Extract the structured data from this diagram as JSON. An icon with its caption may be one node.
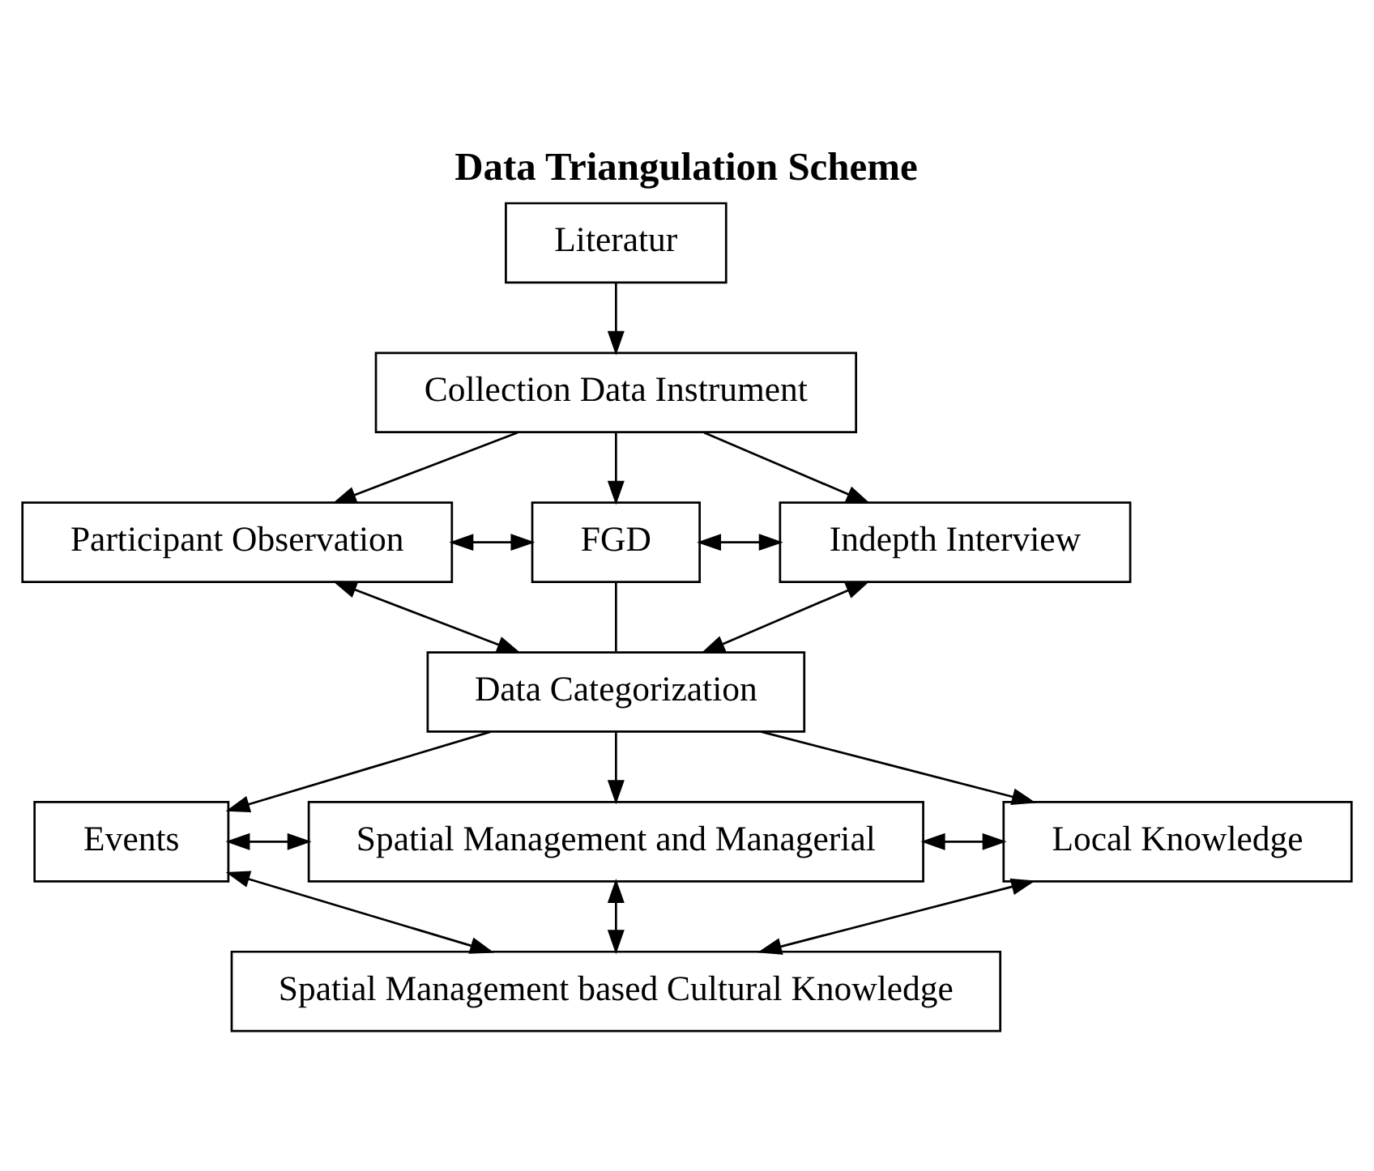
{
  "diagram": {
    "title": "Data Triangulation Scheme",
    "nodes": [
      {
        "text": [
          "Literatur"
        ]
      },
      {
        "text": [
          "Collection Data Instrument"
        ]
      },
      {
        "text": [
          "Participant Observation"
        ]
      },
      {
        "text": [
          "FGD"
        ]
      },
      {
        "text": [
          "Indepth Interview"
        ]
      },
      {
        "text": [
          "Data Categorization"
        ]
      },
      {
        "text": [
          "Events"
        ]
      },
      {
        "text": [
          "Spatial Management and Managerial"
        ]
      },
      {
        "text": [
          "Local Knowledge"
        ]
      },
      {
        "text": [
          "Spatial Management based Cultural Knowledge"
        ]
      }
    ],
    "edges": [
      {
        "from": 0,
        "to": 1,
        "arrow": "to"
      },
      {
        "from": 1,
        "to": 2,
        "arrow": "to"
      },
      {
        "from": 1,
        "to": 3,
        "arrow": "to"
      },
      {
        "from": 1,
        "to": 4,
        "arrow": "to"
      },
      {
        "from": 2,
        "to": 3,
        "arrow": "both"
      },
      {
        "from": 3,
        "to": 4,
        "arrow": "both"
      },
      {
        "from": 3,
        "to": 5,
        "arrow": "none"
      },
      {
        "from": 2,
        "to": 5,
        "arrow": "both"
      },
      {
        "from": 5,
        "to": 4,
        "arrow": "both"
      },
      {
        "from": 5,
        "to": 6,
        "arrow": "to"
      },
      {
        "from": 5,
        "to": 7,
        "arrow": "to"
      },
      {
        "from": 5,
        "to": 8,
        "arrow": "to"
      },
      {
        "from": 6,
        "to": 7,
        "arrow": "both"
      },
      {
        "from": 7,
        "to": 8,
        "arrow": "both"
      },
      {
        "from": 7,
        "to": 9,
        "arrow": "both"
      },
      {
        "from": 6,
        "to": 9,
        "arrow": "both"
      },
      {
        "from": 8,
        "to": 9,
        "arrow": "both"
      }
    ]
  }
}
